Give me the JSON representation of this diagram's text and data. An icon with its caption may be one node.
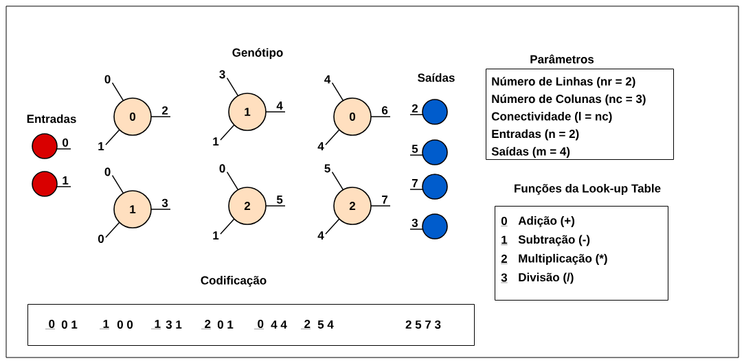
{
  "diagram": {
    "nodes": [
      {
        "text": [
          "Parâmetros",
          "Número de Linhas (nr = 2)",
          "Número de Colunas (nc = 3)",
          "Conectividade (l = nc)",
          "Entradas (n = 2)",
          "Saídas (m = 4)"
        ]
      },
      {
        "text": [
          "Funções da Look-up Table",
          "0",
          "Adição (+)",
          "1",
          "Subtração (-)",
          "2",
          "Multiplicação (*)",
          "3",
          "Divisão (/)"
        ]
      },
      {
        "text": [],
        "shape": "circle",
        "beside": [
          "0"
        ]
      },
      {
        "text": [],
        "shape": "circle",
        "beside": [
          "1"
        ]
      },
      {
        "text": [
          "0"
        ],
        "beside": [
          "0",
          "1",
          "2"
        ]
      },
      {
        "text": [
          "1"
        ],
        "beside": [
          "0",
          "0",
          "3"
        ]
      },
      {
        "text": [
          "1"
        ],
        "beside": [
          "3",
          "1",
          "4"
        ]
      },
      {
        "text": [
          "2"
        ],
        "beside": [
          "0",
          "1",
          "5"
        ]
      },
      {
        "text": [
          "0"
        ],
        "beside": [
          "4",
          "4",
          "6"
        ]
      },
      {
        "text": [
          "2"
        ],
        "beside": [
          "5",
          "4",
          "7"
        ]
      },
      {
        "text": [],
        "shape": "circle",
        "beside": [
          "2"
        ]
      },
      {
        "text": [],
        "shape": "circle",
        "beside": [
          "5"
        ]
      },
      {
        "text": [],
        "shape": "circle",
        "beside": [
          "7"
        ]
      },
      {
        "text": [],
        "shape": "circle",
        "beside": [
          "3"
        ]
      },
      {
        "text": [
          "Codificação",
          "0",
          "0 1",
          "1",
          "0 0",
          "1",
          "3 1",
          "2",
          "0 1",
          "0",
          "4 4",
          "2",
          "5 4",
          "2 5 7 3"
        ]
      }
    ],
    "labels": [
      "Genótipo",
      "Entradas",
      "Saídas"
    ]
  }
}
